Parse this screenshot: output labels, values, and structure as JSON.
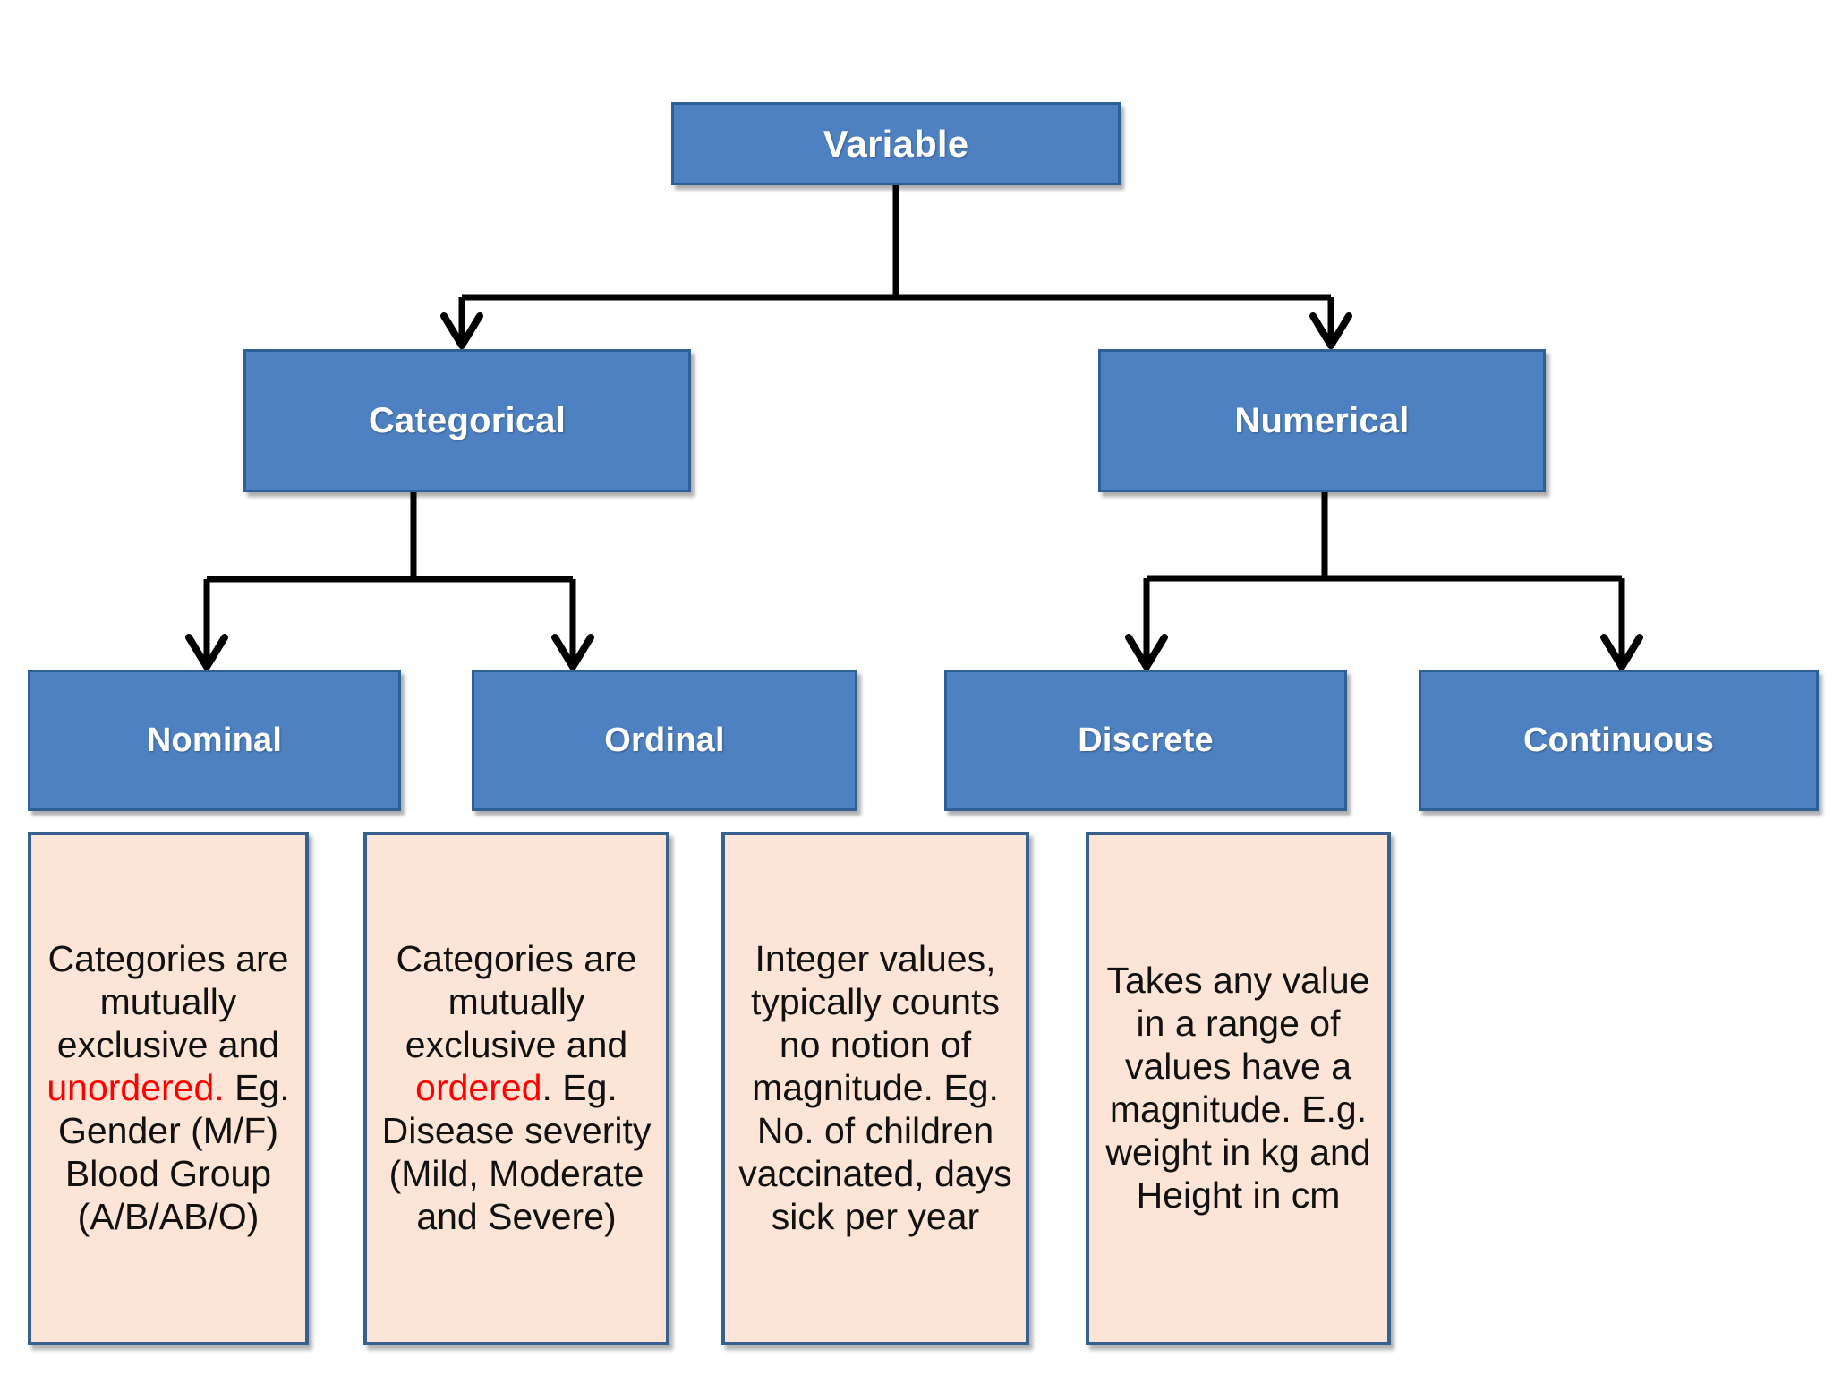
{
  "diagram": {
    "title": "Variable classification tree",
    "colors": {
      "node_fill": "#4E81C2",
      "node_border": "#2E5F96",
      "node_text": "#FFFFFF",
      "desc_fill": "#FCE4D6",
      "desc_border": "#36618E",
      "desc_text": "#111111",
      "highlight": "#FF0000",
      "connector": "#000000",
      "background": "#FFFFFF"
    },
    "root": {
      "label": "Variable"
    },
    "level2": [
      {
        "label": "Categorical"
      },
      {
        "label": "Numerical"
      }
    ],
    "level3": [
      {
        "label": "Nominal"
      },
      {
        "label": "Ordinal"
      },
      {
        "label": "Discrete"
      },
      {
        "label": "Continuous"
      }
    ],
    "descriptions": [
      {
        "for": "Nominal",
        "segments": [
          {
            "text": "Categories are mutually exclusive and ",
            "highlight": false
          },
          {
            "text": "unordered.",
            "highlight": true
          },
          {
            "text": " Eg. Gender (M/F) Blood Group (A/B/AB/O)",
            "highlight": false
          }
        ],
        "plain": "Categories are mutually exclusive and unordered. Eg. Gender (M/F) Blood Group (A/B/AB/O)"
      },
      {
        "for": "Ordinal",
        "segments": [
          {
            "text": "Categories are mutually exclusive and ",
            "highlight": false
          },
          {
            "text": "ordered",
            "highlight": true
          },
          {
            "text": ". Eg. Disease severity (Mild, Moderate and Severe)",
            "highlight": false
          }
        ],
        "plain": "Categories are mutually exclusive and ordered. Eg. Disease severity (Mild, Moderate and Severe)"
      },
      {
        "for": "Discrete",
        "segments": [
          {
            "text": "Integer values, typically counts no notion of magnitude. Eg. No. of children vaccinated, days sick per year",
            "highlight": false
          }
        ],
        "plain": "Integer values, typically counts no notion of magnitude. Eg. No. of children vaccinated, days sick per year"
      },
      {
        "for": "Continuous",
        "segments": [
          {
            "text": "Takes any value in a range of values have a magnitude. E.g. weight in kg and Height in cm",
            "highlight": false
          }
        ],
        "plain": "Takes any value in a range of values have a magnitude. E.g. weight in kg and Height in cm"
      }
    ],
    "edges": [
      {
        "from": "Variable",
        "to": "Categorical",
        "arrow": "down"
      },
      {
        "from": "Variable",
        "to": "Numerical",
        "arrow": "down"
      },
      {
        "from": "Categorical",
        "to": "Nominal",
        "arrow": "down"
      },
      {
        "from": "Categorical",
        "to": "Ordinal",
        "arrow": "down"
      },
      {
        "from": "Numerical",
        "to": "Discrete",
        "arrow": "down"
      },
      {
        "from": "Numerical",
        "to": "Continuous",
        "arrow": "down"
      }
    ]
  }
}
